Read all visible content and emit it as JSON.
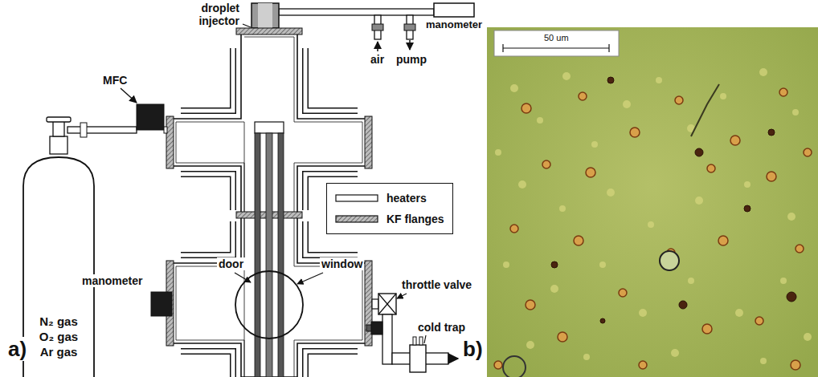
{
  "diagram": {
    "nodes": [
      {
        "text": [
          "N₂ gas",
          "O₂ gas",
          "Ar gas"
        ]
      }
    ],
    "labels": [
      "droplet injector",
      "manometer",
      "air",
      "pump",
      "MFC",
      "manometer",
      "door",
      "window",
      "throttle valve",
      "cold trap",
      "a)",
      "50 um",
      "b)"
    ],
    "legend": [
      {
        "text": "heaters"
      },
      {
        "text": "KF flanges"
      }
    ]
  }
}
